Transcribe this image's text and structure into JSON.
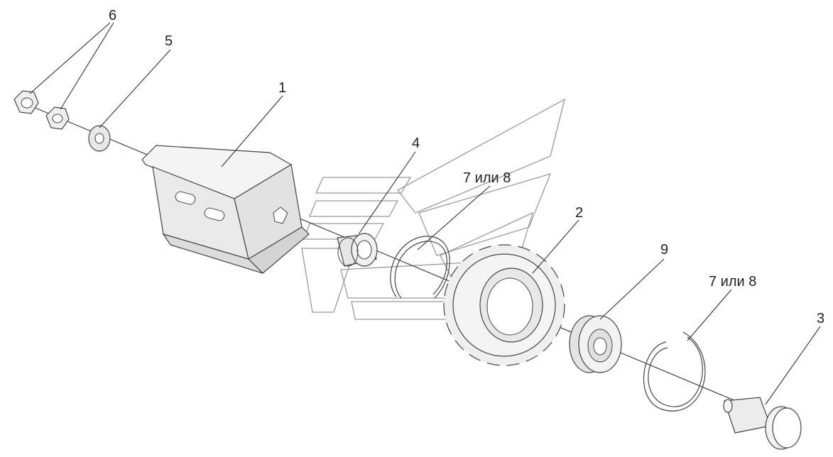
{
  "callouts": [
    {
      "id": "p6",
      "text": "6"
    },
    {
      "id": "p5",
      "text": "5"
    },
    {
      "id": "p1",
      "text": "1"
    },
    {
      "id": "p4",
      "text": "4"
    },
    {
      "id": "p78a",
      "text": "7 или 8"
    },
    {
      "id": "p2",
      "text": "2"
    },
    {
      "id": "p9",
      "text": "9"
    },
    {
      "id": "p78b",
      "text": "7 или 8"
    },
    {
      "id": "p3",
      "text": "3"
    }
  ],
  "colors": {
    "line": "#333333",
    "part_fill": "#f2f2f2",
    "shade": "#d9d9d9",
    "watermark": "#9a9a9a"
  }
}
